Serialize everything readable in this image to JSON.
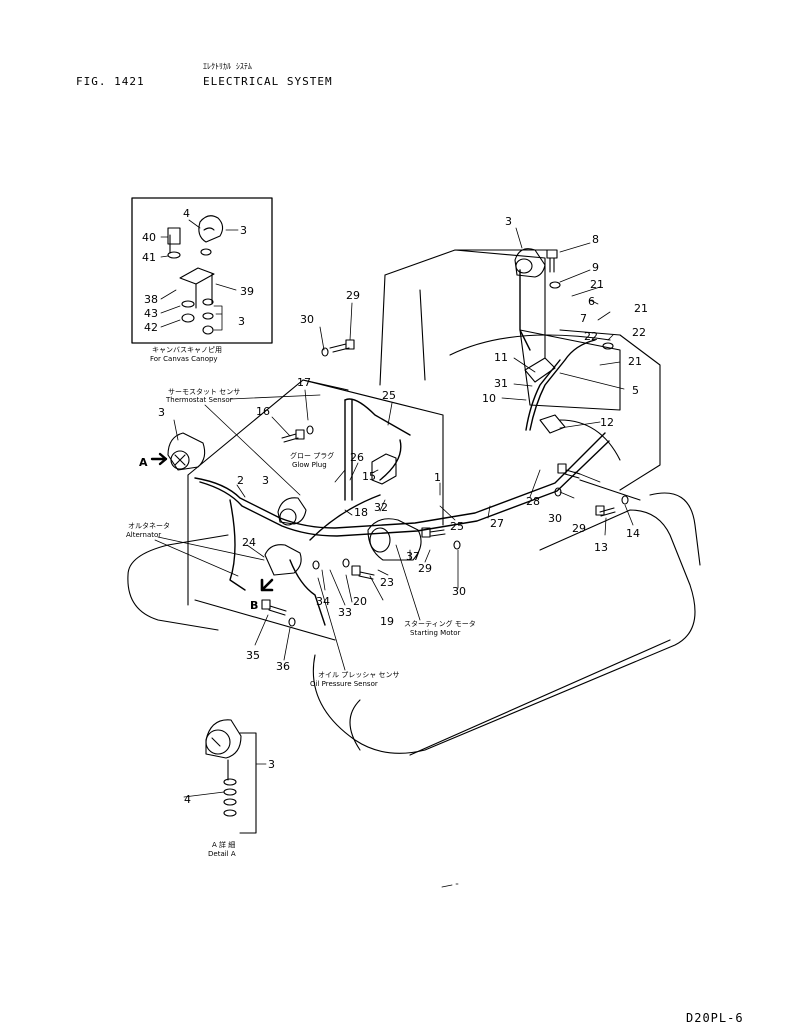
{
  "header": {
    "fig_label": "FIG. 1421",
    "title_jp": "ｴﾚｸﾄﾘｶﾙ ｼｽﾃﾑ",
    "title": "ELECTRICAL SYSTEM",
    "page_code": "D20PL-6"
  },
  "captions": {
    "canopy_jp": "キャンバスキャノピ用",
    "canopy": "For Canvas Canopy",
    "thermostat_jp": "サーモスタット センサ",
    "thermostat": "Thermostat Sensor",
    "glow_jp": "グロー プラグ",
    "glow": "Glow Plug",
    "alternator_jp": "オルタネータ",
    "alternator": "Alternator",
    "starting_jp": "スターティング モータ",
    "starting": "Starting Motor",
    "oilpress_jp": "オイル プレッシャ センサ",
    "oilpress": "Oil Pressure Sensor",
    "detail_jp": "A 詳 細",
    "detail": "Detail A"
  },
  "callouts": {
    "view_a": "A",
    "view_b": "B"
  },
  "part_numbers": [
    "1",
    "2",
    "3",
    "4",
    "5",
    "6",
    "7",
    "8",
    "9",
    "10",
    "11",
    "12",
    "13",
    "14",
    "15",
    "16",
    "17",
    "18",
    "19",
    "20",
    "21",
    "22",
    "23",
    "24",
    "25",
    "26",
    "27",
    "28",
    "29",
    "30",
    "31",
    "32",
    "33",
    "34",
    "35",
    "36",
    "37",
    "38",
    "39",
    "40",
    "41",
    "42",
    "43"
  ]
}
